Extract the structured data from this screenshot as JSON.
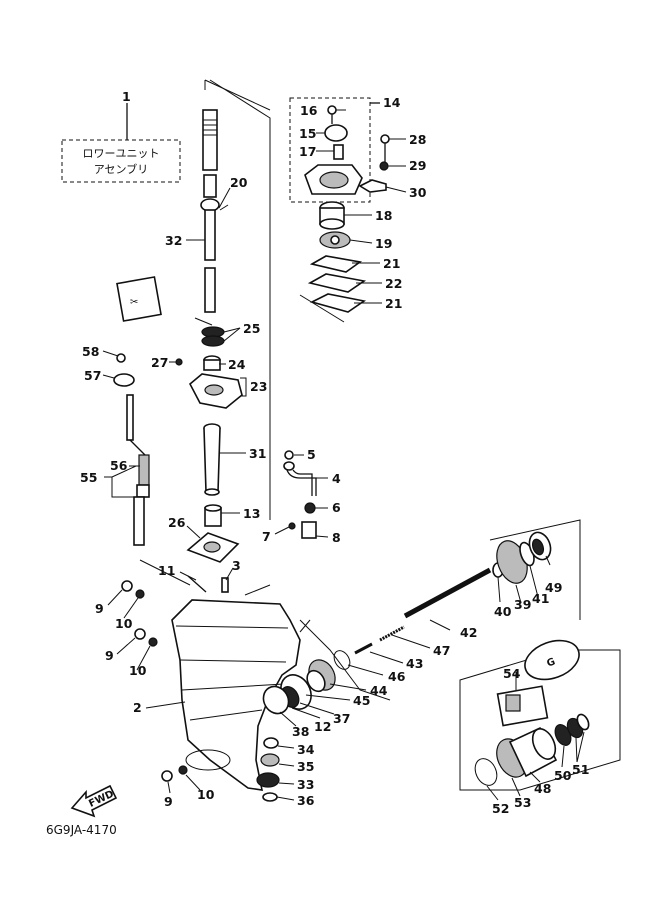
{
  "diagram": {
    "assembly_label_line1": "ロワーユニット",
    "assembly_label_line2": "アセンブリ",
    "part_code": "6G9JA-4170",
    "fwd_label": "FWD",
    "part_numbers": [
      "1",
      "2",
      "3",
      "4",
      "5",
      "6",
      "7",
      "8",
      "9",
      "10",
      "11",
      "12",
      "13",
      "14",
      "15",
      "16",
      "17",
      "18",
      "19",
      "20",
      "21",
      "22",
      "23",
      "24",
      "25",
      "26",
      "27",
      "28",
      "29",
      "30",
      "31",
      "32",
      "33",
      "34",
      "35",
      "36",
      "37",
      "38",
      "39",
      "40",
      "41",
      "42",
      "43",
      "44",
      "45",
      "46",
      "47",
      "48",
      "49",
      "50",
      "51",
      "52",
      "53",
      "54",
      "55",
      "56",
      "57",
      "58"
    ]
  },
  "callouts": [
    {
      "text": "1"
    },
    {
      "text": "14"
    },
    {
      "text": "16"
    },
    {
      "text": "15"
    },
    {
      "text": "17"
    },
    {
      "text": "28"
    },
    {
      "text": "29"
    },
    {
      "text": "30"
    },
    {
      "text": "20"
    },
    {
      "text": "18"
    },
    {
      "text": "19"
    },
    {
      "text": "32"
    },
    {
      "text": "21"
    },
    {
      "text": "22"
    },
    {
      "text": "21"
    },
    {
      "text": "25"
    },
    {
      "text": "58"
    },
    {
      "text": "27"
    },
    {
      "text": "24"
    },
    {
      "text": "57"
    },
    {
      "text": "23"
    },
    {
      "text": "31"
    },
    {
      "text": "5"
    },
    {
      "text": "4"
    },
    {
      "text": "56"
    },
    {
      "text": "55"
    },
    {
      "text": "6"
    },
    {
      "text": "13"
    },
    {
      "text": "26"
    },
    {
      "text": "7"
    },
    {
      "text": "8"
    },
    {
      "text": "11"
    },
    {
      "text": "3"
    },
    {
      "text": "49"
    },
    {
      "text": "9"
    },
    {
      "text": "10"
    },
    {
      "text": "40"
    },
    {
      "text": "39"
    },
    {
      "text": "41"
    },
    {
      "text": "42"
    },
    {
      "text": "9"
    },
    {
      "text": "10"
    },
    {
      "text": "47"
    },
    {
      "text": "43"
    },
    {
      "text": "46"
    },
    {
      "text": "44"
    },
    {
      "text": "54"
    },
    {
      "text": "2"
    },
    {
      "text": "45"
    },
    {
      "text": "37"
    },
    {
      "text": "12"
    },
    {
      "text": "38"
    },
    {
      "text": "34"
    },
    {
      "text": "35"
    },
    {
      "text": "33"
    },
    {
      "text": "36"
    },
    {
      "text": "9"
    },
    {
      "text": "10"
    },
    {
      "text": "52"
    },
    {
      "text": "53"
    },
    {
      "text": "48"
    },
    {
      "text": "50"
    },
    {
      "text": "51"
    }
  ]
}
